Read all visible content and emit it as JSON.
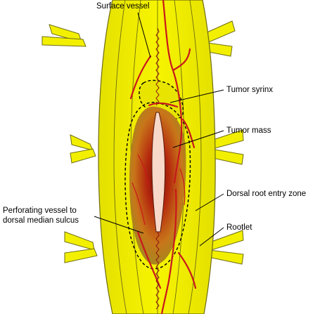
{
  "labels": {
    "surface_vessel": "Surface vessel",
    "tumor_syrinx": "Tumor syrinx",
    "tumor_mass": "Tumor mass",
    "dorsal_root_entry_zone": "Dorsal root entry zone",
    "perforating_vessel_line1": "Perforating vessel to",
    "perforating_vessel_line2": "dorsal median sulcus",
    "rootlet": "Rootlet"
  },
  "colors": {
    "cord": "#f2f000",
    "cord_outline": "#6f6d10",
    "vessel": "#c8181c",
    "tumor_outer": "#9a8a18",
    "tumor_inner": "#b82a10",
    "leader": "#000000"
  }
}
